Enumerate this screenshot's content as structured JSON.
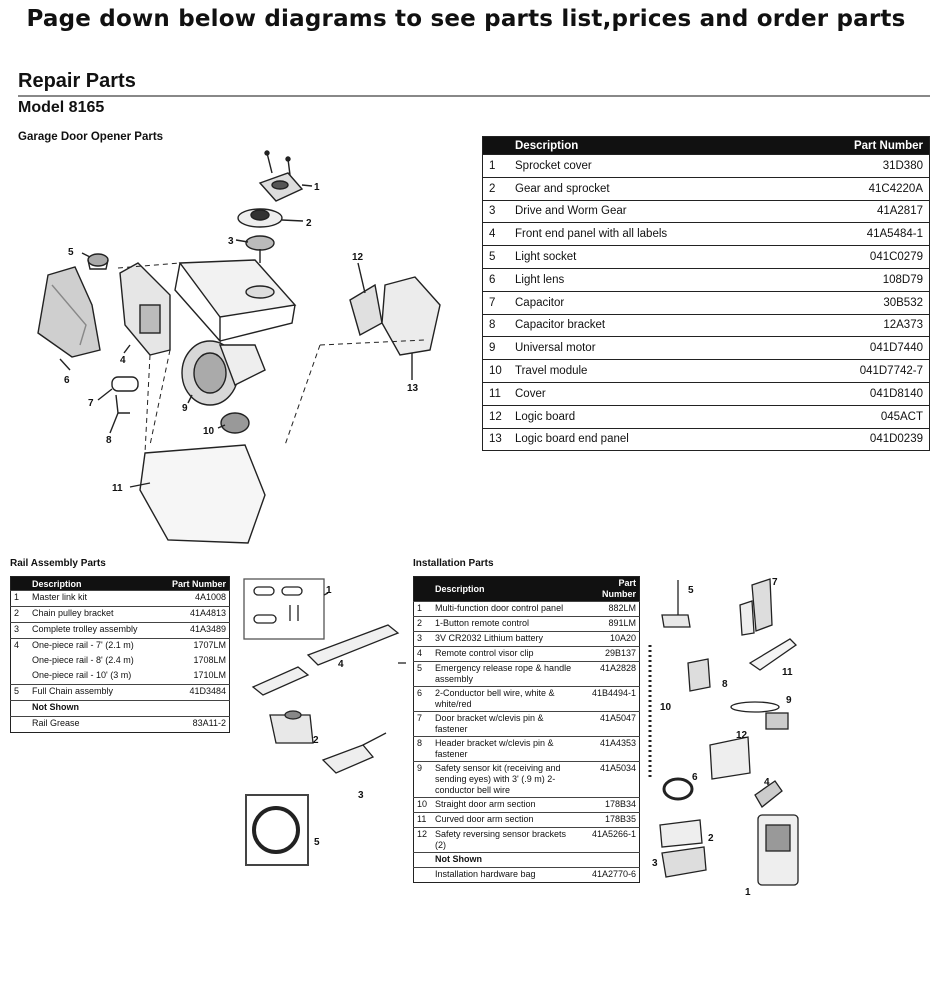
{
  "banner": "Page down below diagrams to see parts list,prices and order parts",
  "header": {
    "title": "Repair Parts",
    "model": "Model 8165"
  },
  "opener": {
    "section_label": "Garage Door Opener Parts",
    "headers": {
      "description": "Description",
      "part_number": "Part Number"
    },
    "rows": [
      {
        "num": "1",
        "description": "Sprocket cover",
        "part": "31D380"
      },
      {
        "num": "2",
        "description": "Gear and sprocket",
        "part": "41C4220A"
      },
      {
        "num": "3",
        "description": "Drive and Worm Gear",
        "part": "41A2817"
      },
      {
        "num": "4",
        "description": "Front end panel with all labels",
        "part": "41A5484-1"
      },
      {
        "num": "5",
        "description": "Light socket",
        "part": "041C0279"
      },
      {
        "num": "6",
        "description": "Light lens",
        "part": "108D79"
      },
      {
        "num": "7",
        "description": "Capacitor",
        "part": "30B532"
      },
      {
        "num": "8",
        "description": "Capacitor bracket",
        "part": "12A373"
      },
      {
        "num": "9",
        "description": "Universal motor",
        "part": "041D7440"
      },
      {
        "num": "10",
        "description": "Travel module",
        "part": "041D7742-7"
      },
      {
        "num": "11",
        "description": "Cover",
        "part": "041D8140"
      },
      {
        "num": "12",
        "description": "Logic board",
        "part": "045ACT"
      },
      {
        "num": "13",
        "description": "Logic board end panel",
        "part": "041D0239"
      }
    ],
    "callouts": [
      "1",
      "2",
      "3",
      "4",
      "5",
      "6",
      "7",
      "8",
      "9",
      "10",
      "11",
      "12",
      "13"
    ]
  },
  "rail": {
    "section_label": "Rail Assembly Parts",
    "headers": {
      "description": "Description",
      "part_number": "Part Number"
    },
    "rows": [
      {
        "num": "1",
        "description": "Master link kit",
        "part": "4A1008"
      },
      {
        "num": "2",
        "description": "Chain pulley bracket",
        "part": "41A4813"
      },
      {
        "num": "3",
        "description": "Complete trolley assembly",
        "part": "41A3489"
      },
      {
        "num": "4",
        "description": "One-piece rail - 7' (2.1 m)",
        "part": "1707LM"
      },
      {
        "num": "",
        "description": "One-piece rail - 8' (2.4 m)",
        "part": "1708LM"
      },
      {
        "num": "",
        "description": "One-piece rail - 10' (3 m)",
        "part": "1710LM"
      },
      {
        "num": "5",
        "description": "Full Chain assembly",
        "part": "41D3484"
      }
    ],
    "not_shown": "Not Shown",
    "extra": {
      "description": "Rail Grease",
      "part": "83A11-2"
    },
    "callouts": [
      "1",
      "2",
      "3",
      "4",
      "5"
    ]
  },
  "installation": {
    "section_label": "Installation Parts",
    "headers": {
      "description": "Description",
      "part_line1": "Part",
      "part_line2": "Number"
    },
    "rows": [
      {
        "num": "1",
        "description": "Multi-function door control panel",
        "part": "882LM"
      },
      {
        "num": "2",
        "description": "1-Button remote control",
        "part": "891LM"
      },
      {
        "num": "3",
        "description": "3V CR2032 Lithium battery",
        "part": "10A20"
      },
      {
        "num": "4",
        "description": "Remote control visor clip",
        "part": "29B137"
      },
      {
        "num": "5",
        "description": "Emergency release rope & handle assembly",
        "part": "41A2828"
      },
      {
        "num": "6",
        "description": "2-Conductor bell wire, white & white/red",
        "part": "41B4494-1"
      },
      {
        "num": "7",
        "description": "Door bracket w/clevis pin & fastener",
        "part": "41A5047"
      },
      {
        "num": "8",
        "description": "Header bracket w/clevis pin & fastener",
        "part": "41A4353"
      },
      {
        "num": "9",
        "description": "Safety sensor kit (receiving and sending eyes) with 3' (.9 m) 2-conductor bell wire",
        "part": "41A5034"
      },
      {
        "num": "10",
        "description": "Straight door arm section",
        "part": "178B34"
      },
      {
        "num": "11",
        "description": "Curved door arm section",
        "part": "178B35"
      },
      {
        "num": "12",
        "description": "Safety reversing sensor brackets (2)",
        "part": "41A5266-1"
      }
    ],
    "not_shown": "Not Shown",
    "extra": {
      "description": "Installation hardware bag",
      "part": "41A2770-6"
    },
    "callouts": [
      "1",
      "2",
      "3",
      "4",
      "5",
      "6",
      "7",
      "8",
      "9",
      "10",
      "11",
      "12"
    ]
  }
}
